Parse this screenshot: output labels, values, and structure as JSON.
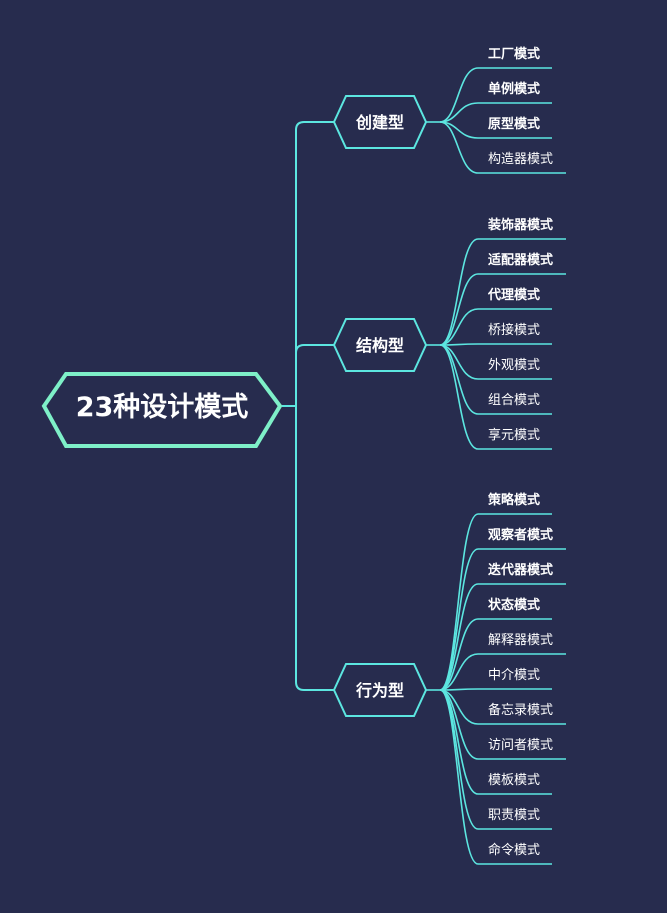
{
  "root": {
    "label": "23种设计模式"
  },
  "colors": {
    "background": "#272c4e",
    "line": "#5ce6e0",
    "root_border": "#7ef0c8",
    "text": "#ffffff"
  },
  "categories": [
    {
      "label": "创建型",
      "items": [
        {
          "label": "工厂模式",
          "bold": true
        },
        {
          "label": "单例模式",
          "bold": true
        },
        {
          "label": "原型模式",
          "bold": true
        },
        {
          "label": "构造器模式",
          "bold": false
        }
      ]
    },
    {
      "label": "结构型",
      "items": [
        {
          "label": "装饰器模式",
          "bold": true
        },
        {
          "label": "适配器模式",
          "bold": true
        },
        {
          "label": "代理模式",
          "bold": true
        },
        {
          "label": "桥接模式",
          "bold": false
        },
        {
          "label": "外观模式",
          "bold": false
        },
        {
          "label": "组合模式",
          "bold": false
        },
        {
          "label": "享元模式",
          "bold": false
        }
      ]
    },
    {
      "label": "行为型",
      "items": [
        {
          "label": "策略模式",
          "bold": true
        },
        {
          "label": "观察者模式",
          "bold": true
        },
        {
          "label": "迭代器模式",
          "bold": true
        },
        {
          "label": "状态模式",
          "bold": true
        },
        {
          "label": "解释器模式",
          "bold": false
        },
        {
          "label": "中介模式",
          "bold": false
        },
        {
          "label": "备忘录模式",
          "bold": false
        },
        {
          "label": "访问者模式",
          "bold": false
        },
        {
          "label": "模板模式",
          "bold": false
        },
        {
          "label": "职责模式",
          "bold": false
        },
        {
          "label": "命令模式",
          "bold": false
        }
      ]
    }
  ]
}
